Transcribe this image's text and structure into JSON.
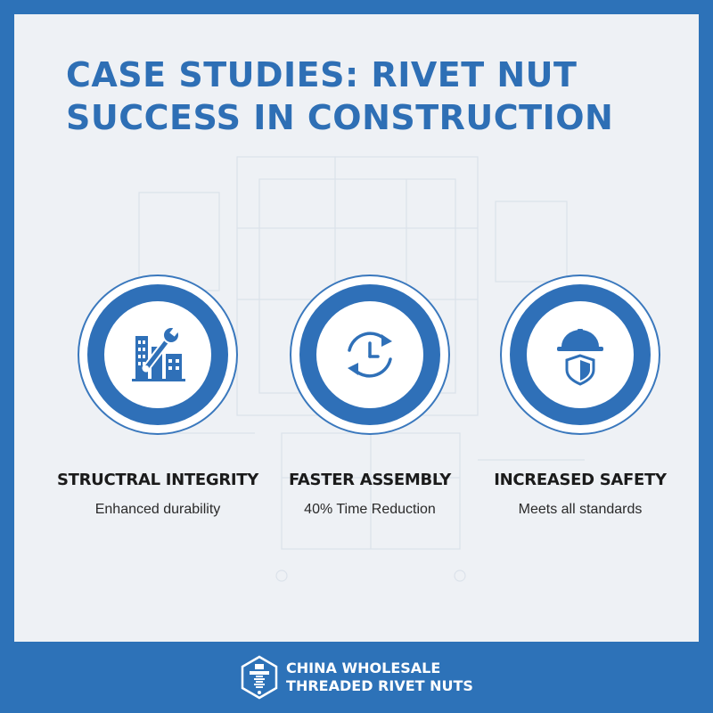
{
  "header": {
    "title_line1": "CASE STUDIES: RIVET NUT",
    "title_line2": "SUCCESS IN CONSTRUCTION"
  },
  "features": [
    {
      "title": "STRUCTRAL INTEGRITY",
      "subtitle": "Enhanced durability",
      "icon": "building-wrench-icon"
    },
    {
      "title": "FASTER ASSEMBLY",
      "subtitle": "40% Time Reduction",
      "icon": "clock-cycle-icon"
    },
    {
      "title": "INCREASED SAFETY",
      "subtitle": "Meets all standards",
      "icon": "hardhat-shield-icon"
    }
  ],
  "footer": {
    "brand_line1": "CHINA WHOLESALE",
    "brand_line2": "THREADED RIVET NUTS",
    "logo_icon": "rivet-nut-hexagon-icon"
  },
  "colors": {
    "accent": "#2e6fb5",
    "frame": "#2d72b8",
    "panel": "#eef1f5",
    "text_dark": "#1b1b1b"
  }
}
